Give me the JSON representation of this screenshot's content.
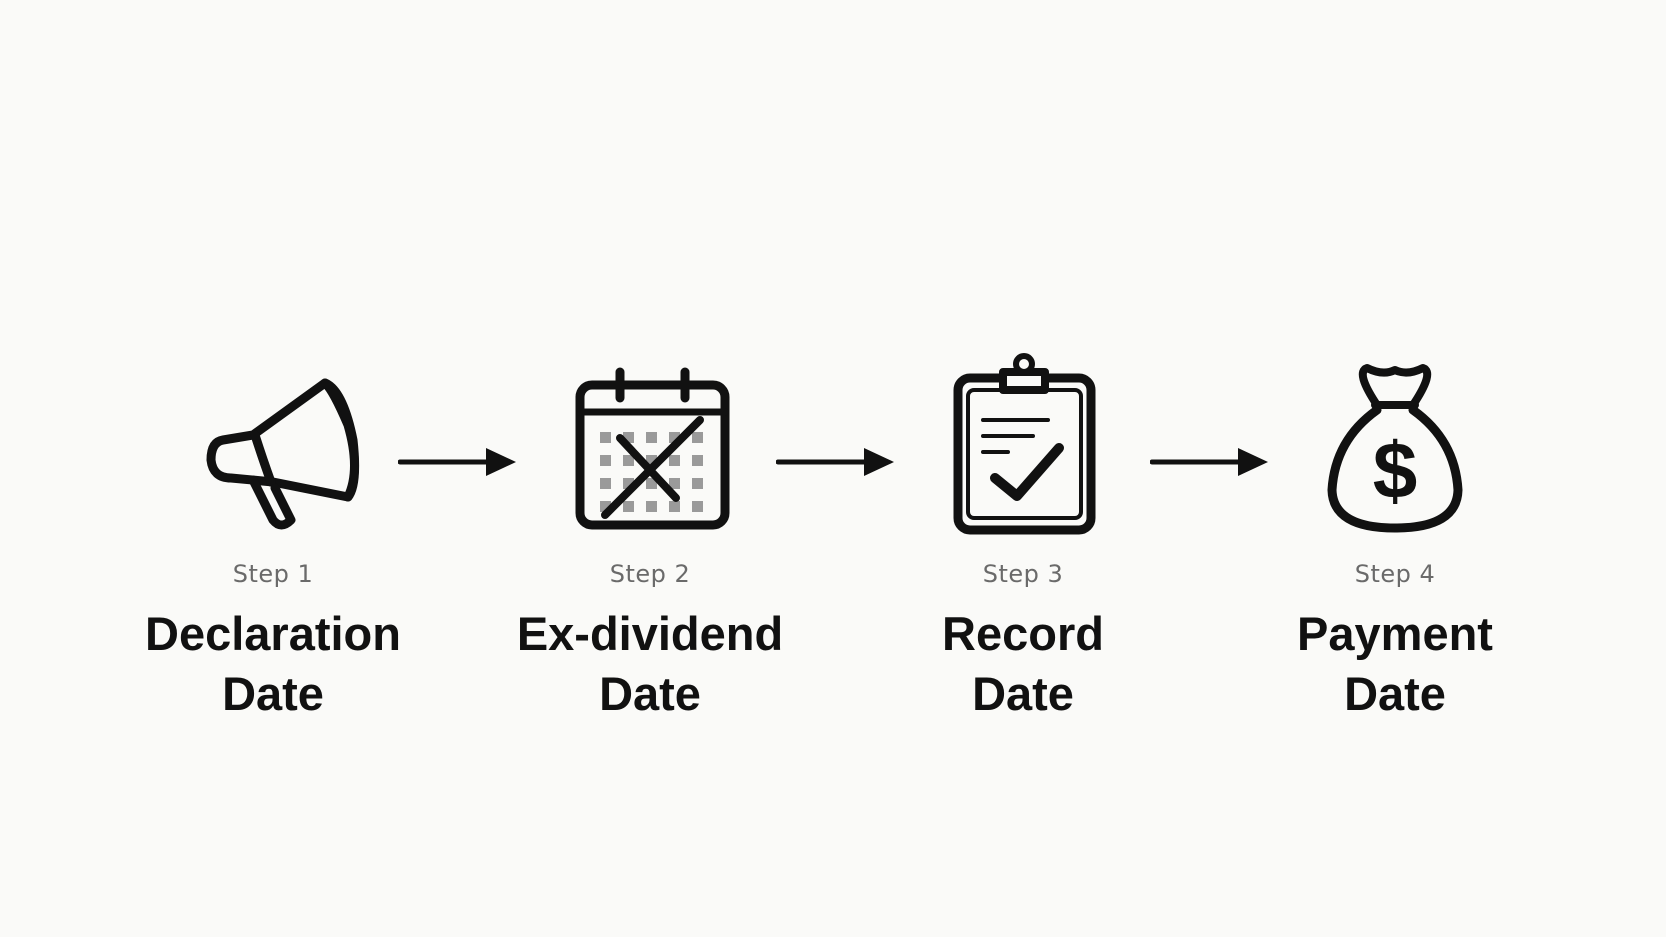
{
  "steps": [
    {
      "label": "Step 1",
      "title_line1": "Declaration",
      "title_line2": "Date",
      "icon": "megaphone-icon"
    },
    {
      "label": "Step 2",
      "title_line1": "Ex-dividend",
      "title_line2": "Date",
      "icon": "calendar-x-icon"
    },
    {
      "label": "Step 3",
      "title_line1": "Record",
      "title_line2": "Date",
      "icon": "clipboard-check-icon"
    },
    {
      "label": "Step 4",
      "title_line1": "Payment",
      "title_line2": "Date",
      "icon": "money-bag-icon"
    }
  ],
  "colors": {
    "background": "#fafaf8",
    "ink": "#111111",
    "label": "#6a6a6a",
    "calendar_dots": "#9a9a9a"
  }
}
